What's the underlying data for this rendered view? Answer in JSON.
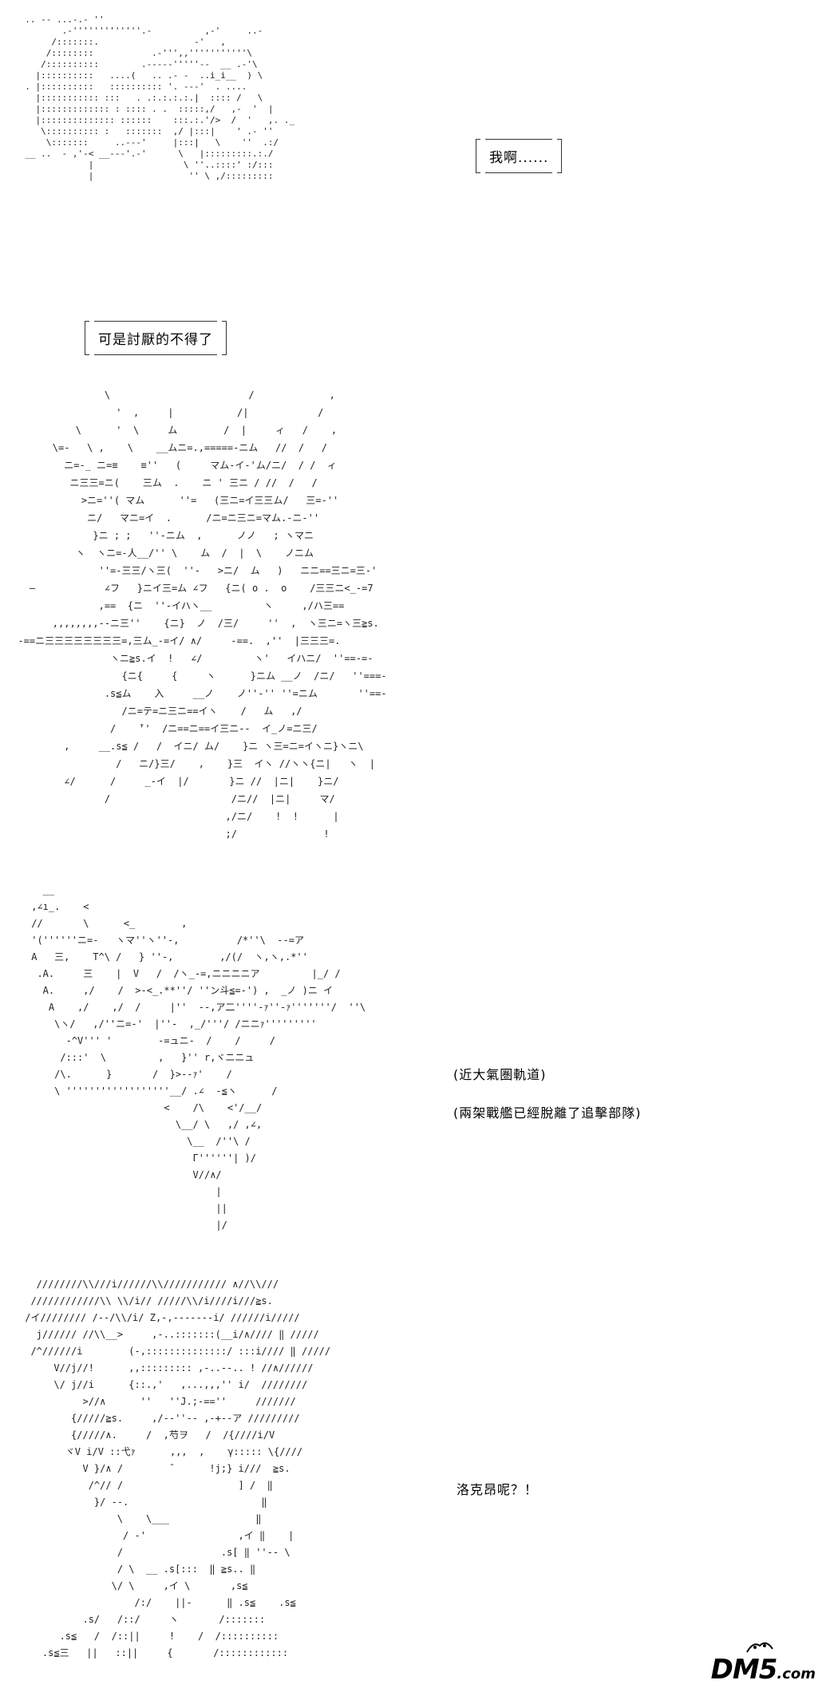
{
  "panel1": {
    "speech": "我啊......",
    "art": [
      "  .. -- ...-.- ''",
      "         .-'''''''''''''.-          ,-'     ..-",
      "       /:::::::.                  -'   ,    ",
      "      /::::::::           .-''',,'''''''''''\\  ",
      "     /::::::::::        .-----'''''--  __ .-'\\",
      "    |::::::::::   ....(   .. .- -  ..i_i__  ) \\",
      "  . |::::::::::   :::::::::: '. ---'  . ....  ",
      "    |::::::::::: :::   . .:.:.:.:.|  :::: /   \\",
      "    |::::::::::::: : :::: . .  :::::,/   ,-  '  |",
      "    |:::::::::::::: ::::::    :::.:.'/>  /  '   ,. ._",
      "     \\:::::::::: :   :::::::  ,/ |:::|    ' .- ''",
      "      \\:::::::     ..---'     |:::|   \\    ''  .:/",
      "  __ ..  - ,'-< __---'.-'      \\   |:::::::::.:./",
      "              |                 \\ ''..::::' :/:::",
      "              |                  '' \\ ,/:::::::::"
    ]
  },
  "panel2": {
    "speech": "可是討厭的不得了",
    "art": [
      "                 \\                        /             ,",
      "                   '  ,     |           /|            /",
      "            \\      '  \\     ム        /  |     ィ   /    ,",
      "        \\=-   \\ ,    \\    __ムニ=.,=====-ニム   //  /   /",
      "          ニ=-_ ニ=≡    ≡''   (     マム-イ-'ム/ニ/  / /  ィ",
      "           ニ三三=ニ(    三ム  .    ニ ' 三ニ / //  /   /",
      "             >ニ=''( マム      ''=   (三ニ=イ三三ム/   三=-''",
      "              ニ/   マニ=イ  .      /ニ=ニ三ニ=マム.-ニ-''",
      "               }ニ ; ;   ''-ニム  ,      ノノ   ; ヽマニ",
      "            ヽ  ヽニ=-人__/'' \\    ム  /  |  \\    ノニム",
      "                ''=-三三/ヽ三(  ''-   >ニ/  ム   )   ニニ==三ニ=三-'",
      "    ―            ∠フ   }ニイ三=ム ∠フ   {ニ( o .  o    /三三ニ<_-=7",
      "                ,==  {ニ  ''-イハヽ__         ヽ     ,/ハ三==",
      "        ,,,,,,,,--ニ三''    {ニ}  ノ  /三/     ''  ,  ヽ三ニ=ヽ三≧s.",
      "  -==ニ三三三三三三三三=,三ム_-=イ/ ∧/     -==.  ,''  |三三三=.",
      "                  ヽニ≧s.イ  !   ∠/         ヽ'   イハニ/  ''==-=-",
      "                    {ニ{     {     ヽ      }ニム __ノ  /ニ/   ''===-",
      "                 .s≦ム    入     __ノ    ノ''-'' ''=ニム       ''==-",
      "                    /ニ=テ=ニ三ニ==イヽ    /   ム   ,/",
      "                  /    ̄''  /ニ==ニ==イ三ニ--  イ_ノ=ニ三/",
      "          ,     __.s≦ /   /  イニ/ ム/    }ニ ヽ三=ニ=イヽニ}ヽニ\\",
      "                   /   ニ/}三/    ,    }三  イヽ //ヽヽ{ニ|   ヽ  |",
      "          ∠/      /     _-イ  |/       }ニ //  |ニ|    }ニ/",
      "                 /                     /ニ//  |ニ|     マ/",
      "                                      ,/ニ/    !  !      |",
      "                                      ;/               !"
    ]
  },
  "panel3": {
    "captions": [
      "(近大氣圏軌道)",
      "(兩架戰艦已經脫離了追擊部隊)"
    ],
    "art": [
      "   __",
      " ,∠ı_.    <",
      " //       \\      <_        ,",
      " '(''''''ニ=-   ヽマ''ヽ''-,          /*''\\  --=ア",
      " A   三,    T^\\ /   } ''-,        ,/(/  ヽ,ヽ,.*''",
      "  .A.     三    |  V   /  /ヽ_-=,ニニニニア         |_/ /",
      "   A.     ,/    /  >-<_.**''/ ''ン斗≦=-') ,  _ノ )ニ イ",
      "    A    ,/    ,/  /     |''  --,ア二''''-ｧ''-ｧ'''''''/  ''\\",
      "     \\ヽ/   ,/''ニ=-'  |''-  ,_/'''/ /ニニｧ'''''''''",
      "       -^V''' '        -=ュニ-  /    /     /",
      "      /:::'  \\         ,   }'' r,ヾニニュ",
      "     /\\.      }       /  }>--ｧ'    /",
      "     \\ ''''''''''''''''''__/ .∠  -≦ヽ      /",
      "                        <    /\\    <'/__/",
      "                          \\__/ \\   ,/ ,∠,",
      "                            \\__  /''\\ /",
      "                             Γ''''''| )/",
      "                             V//∧/",
      "                                 |",
      "                                 ||",
      "                                 |/"
    ]
  },
  "panel4": {
    "caption": "洛克昂呢？！",
    "art": [
      "   ////////\\\\///i//////\\\\/////////// ∧//\\\\///",
      "  ////////////\\\\ \\\\/i// /////\\\\/i////i///≧s.",
      " /イ//////// /--/\\\\/i/ Z,-,-------i/ //////i/////",
      "   j////// //\\\\__>     ,-..:::::::(__i/∧//// ‖ /////",
      "  /^//////i        (-,::::::::::::::/ :::i//// ‖ /////",
      "      V//j//!      ,,::::::::: ,-..--.. ! //∧//////",
      "      \\/ j//i      {::.,'   ,...,,,'' i/  ////////",
      "           >//∧      ''   ''J.;-==''     ///////",
      "         {/////≧s.     ,/--''-- ,-+--ア /////////",
      "         {/////∧.     /  ,芍ヲ   /  /{////i/V",
      "        ヾV i/V ::弋ｧ      ,,,  ,    γ::::: \\{////",
      "           V }/∧ /        ̄       !j;} i///  ≧s.",
      "            /^// /                    ] /  ‖",
      "             }/ --.                       ‖",
      "                 \\    \\___               ‖",
      "                  / -'                ,イ ‖    |",
      "                 /                 .s[ ‖ ''-- \\",
      "                 / \\  __ .s[:::  ‖ ≧s.. ‖",
      "                \\/ \\     ,イ \\       ,s≦",
      "                    /:/    ||-      ‖ .s≦    .s≦",
      "           .s/   /::/     ヽ       /::::::: ",
      "       .s≦   /  /::||     !    /  /::::::::::",
      "    .s≦三   ||   ::||     {       /::::::::::::"
    ]
  },
  "watermark": {
    "brand": "DM5",
    "domain": ".com"
  }
}
